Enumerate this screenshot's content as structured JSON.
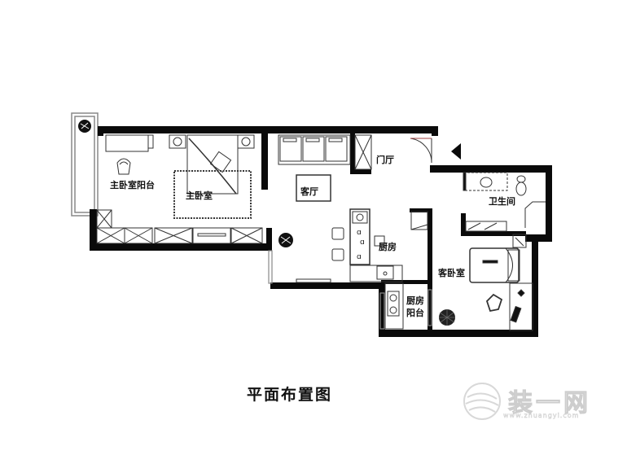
{
  "title": "平面布置图",
  "rooms": {
    "master_balcony": "主卧室阳台",
    "master_bedroom": "主卧室",
    "living_room": "客厅",
    "foyer": "门厅",
    "kitchen": "厨房",
    "kitchen_balcony_line1": "厨房",
    "kitchen_balcony_line2": "阳台",
    "bathroom": "卫生间",
    "guest_bedroom": "客卧室"
  },
  "watermark": {
    "text": "装一网",
    "url": "www.zhuangyi.com"
  },
  "colors": {
    "wall": "#0a0a0a",
    "furniture_line": "#333333",
    "background": "#ffffff",
    "window": "#9a9a9a"
  },
  "icons": {
    "entrance": "entrance-arrow-icon",
    "plant": "plant-icon"
  }
}
